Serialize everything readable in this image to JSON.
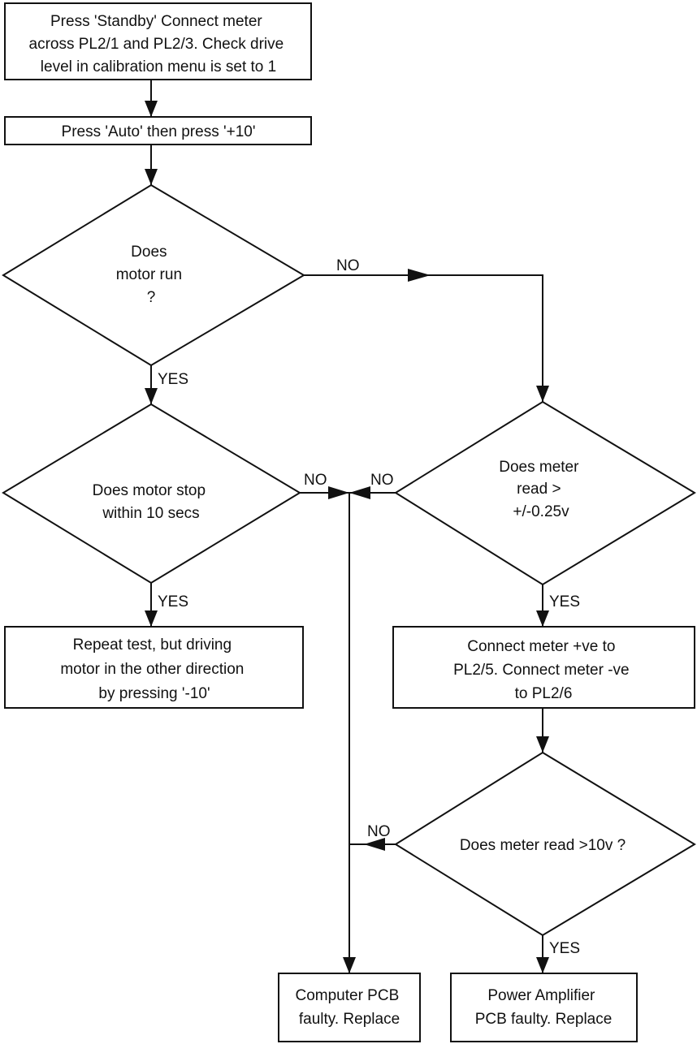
{
  "nodes": {
    "start": [
      "Press 'Standby' Connect meter",
      "across PL2/1 and PL2/3. Check drive",
      "level in calibration menu is set to 1"
    ],
    "auto": [
      "Press 'Auto' then press '+10'"
    ],
    "q_run": [
      "Does",
      "motor run",
      "?"
    ],
    "q_stop": [
      "Does motor stop",
      "within 10 secs"
    ],
    "q_meter": [
      "Does meter",
      "read >",
      "+/-0.25v"
    ],
    "repeat": [
      "Repeat test, but driving",
      "motor in the other direction",
      "by pressing '-10'"
    ],
    "connect": [
      "Connect  meter +ve to",
      "PL2/5. Connect meter -ve",
      "to PL2/6"
    ],
    "q_10v": [
      "Does meter read >10v ?"
    ],
    "computer": [
      "Computer  PCB",
      "faulty. Replace"
    ],
    "power": [
      "Power Amplifier",
      "PCB faulty. Replace"
    ]
  },
  "edge_labels": {
    "run_no": "NO",
    "run_yes": "YES",
    "stop_no": "NO",
    "stop_yes": "YES",
    "meter_no": "NO",
    "meter_yes": "YES",
    "v10_no": "NO",
    "v10_yes": "YES"
  }
}
